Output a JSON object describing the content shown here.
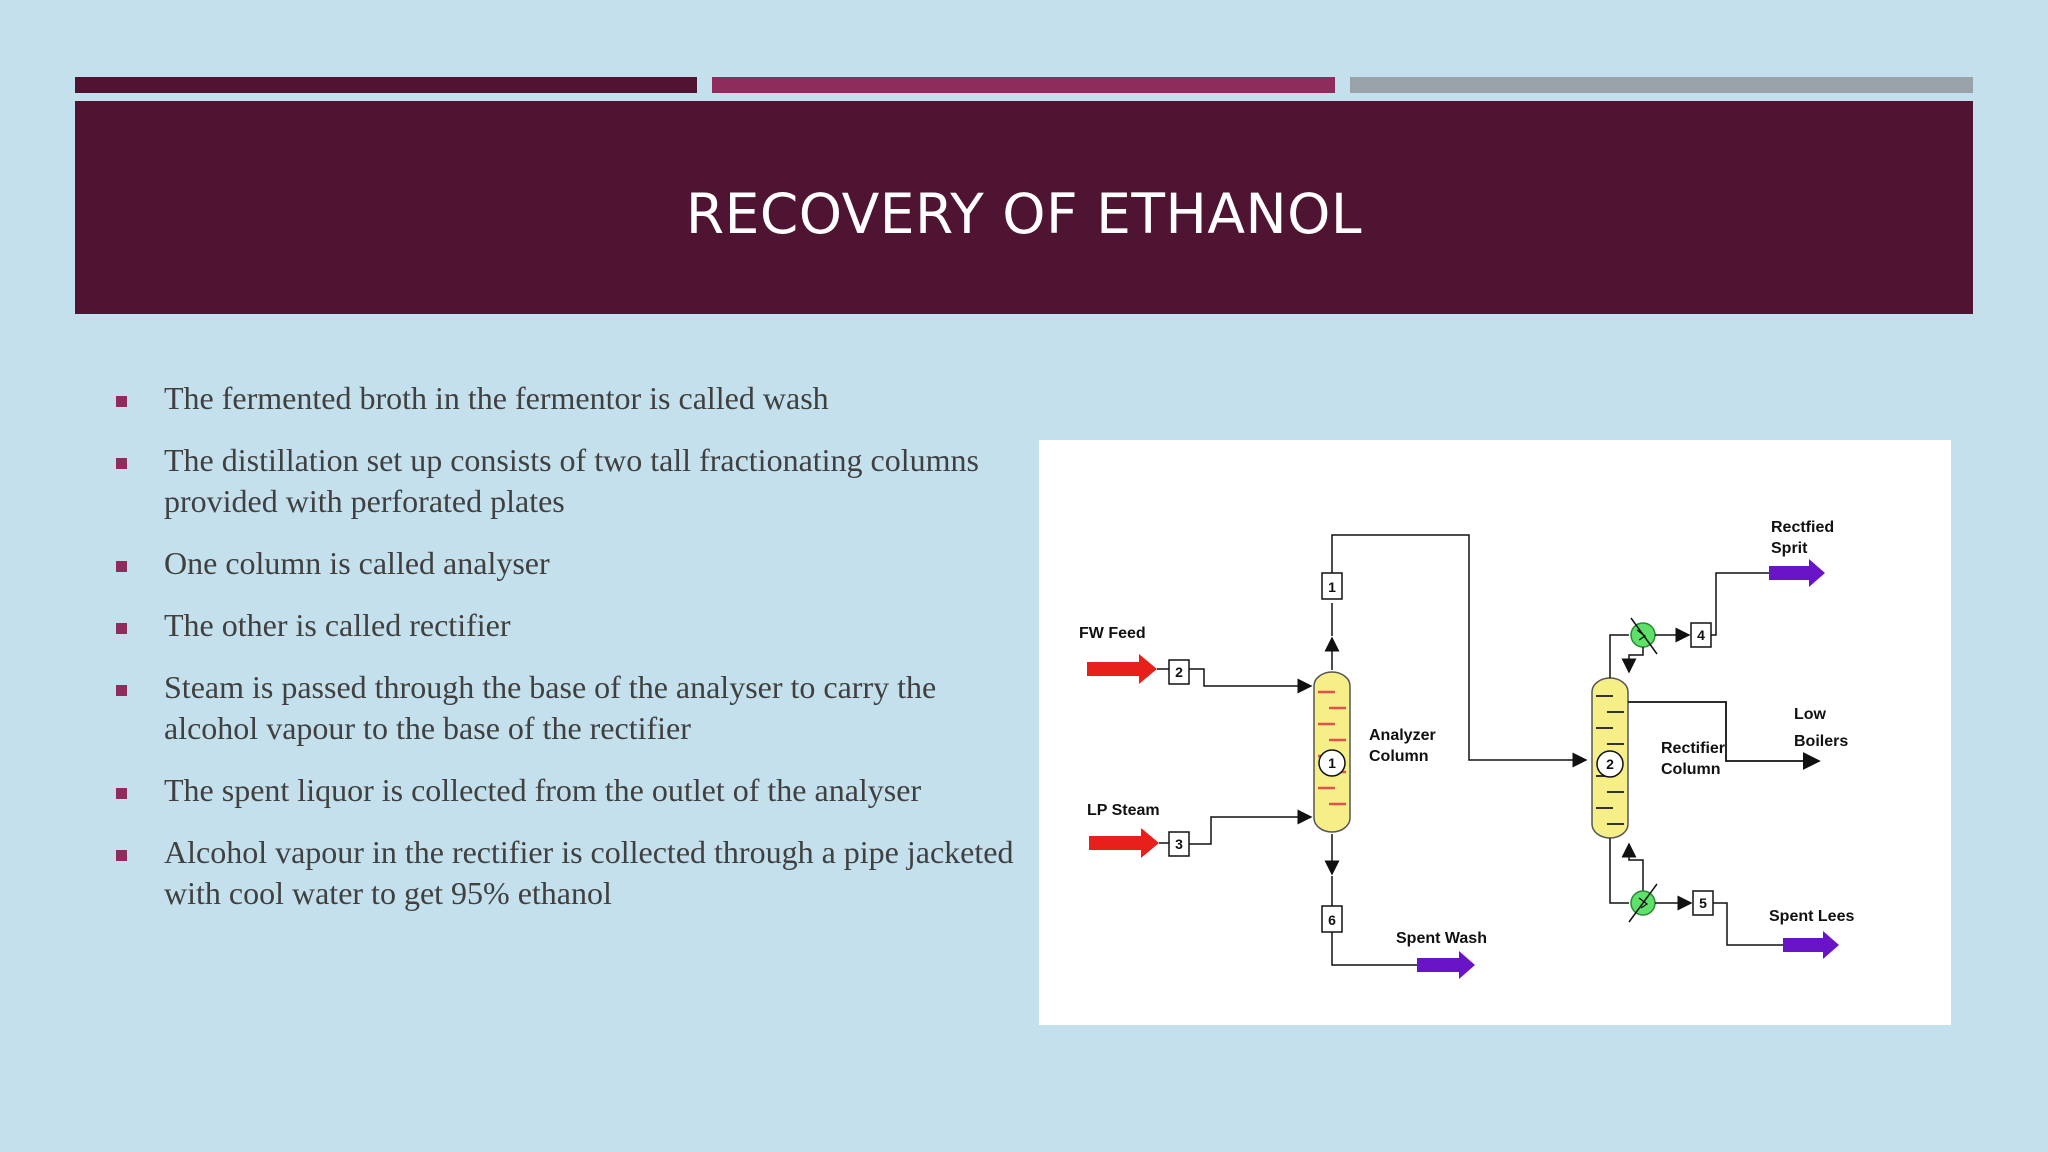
{
  "slide": {
    "title": "RECOVERY OF ETHANOL",
    "colors": {
      "background": "#c3e0ec",
      "title_band": "#4f1432",
      "accent_bar_1": "#4f1432",
      "accent_bar_2": "#8d2c5d",
      "accent_bar_3": "#98a2a8",
      "bullet": "#8d2c5d"
    }
  },
  "bullets": [
    "The fermented broth in the fermentor is called wash",
    "The distillation set up consists of two tall fractionating columns provided with perforated plates",
    "One column is called analyser",
    "The other is called rectifier",
    "Steam is passed through the base of the analyser to carry the alcohol vapour to the base of the rectifier",
    "The spent liquor is collected from the outlet of the analyser",
    "Alcohol vapour in the rectifier is collected through a pipe jacketed with cool water to get 95% ethanol"
  ],
  "diagram": {
    "fw_feed": "FW Feed",
    "lp_steam": "LP Steam",
    "analyzer_line1": "Analyzer",
    "analyzer_line2": "Column",
    "rectifier_line1": "Rectifier",
    "rectifier_line2": "Column",
    "rectified_line1": "Rectfied",
    "rectified_line2": "Sprit",
    "low_boilers_line1": "Low",
    "low_boilers_line2": "Boilers",
    "spent_wash": "Spent Wash",
    "spent_lees": "Spent Lees",
    "stream_numbers": [
      "1",
      "2",
      "3",
      "4",
      "5",
      "6"
    ],
    "column_numbers": [
      "1",
      "2"
    ]
  }
}
